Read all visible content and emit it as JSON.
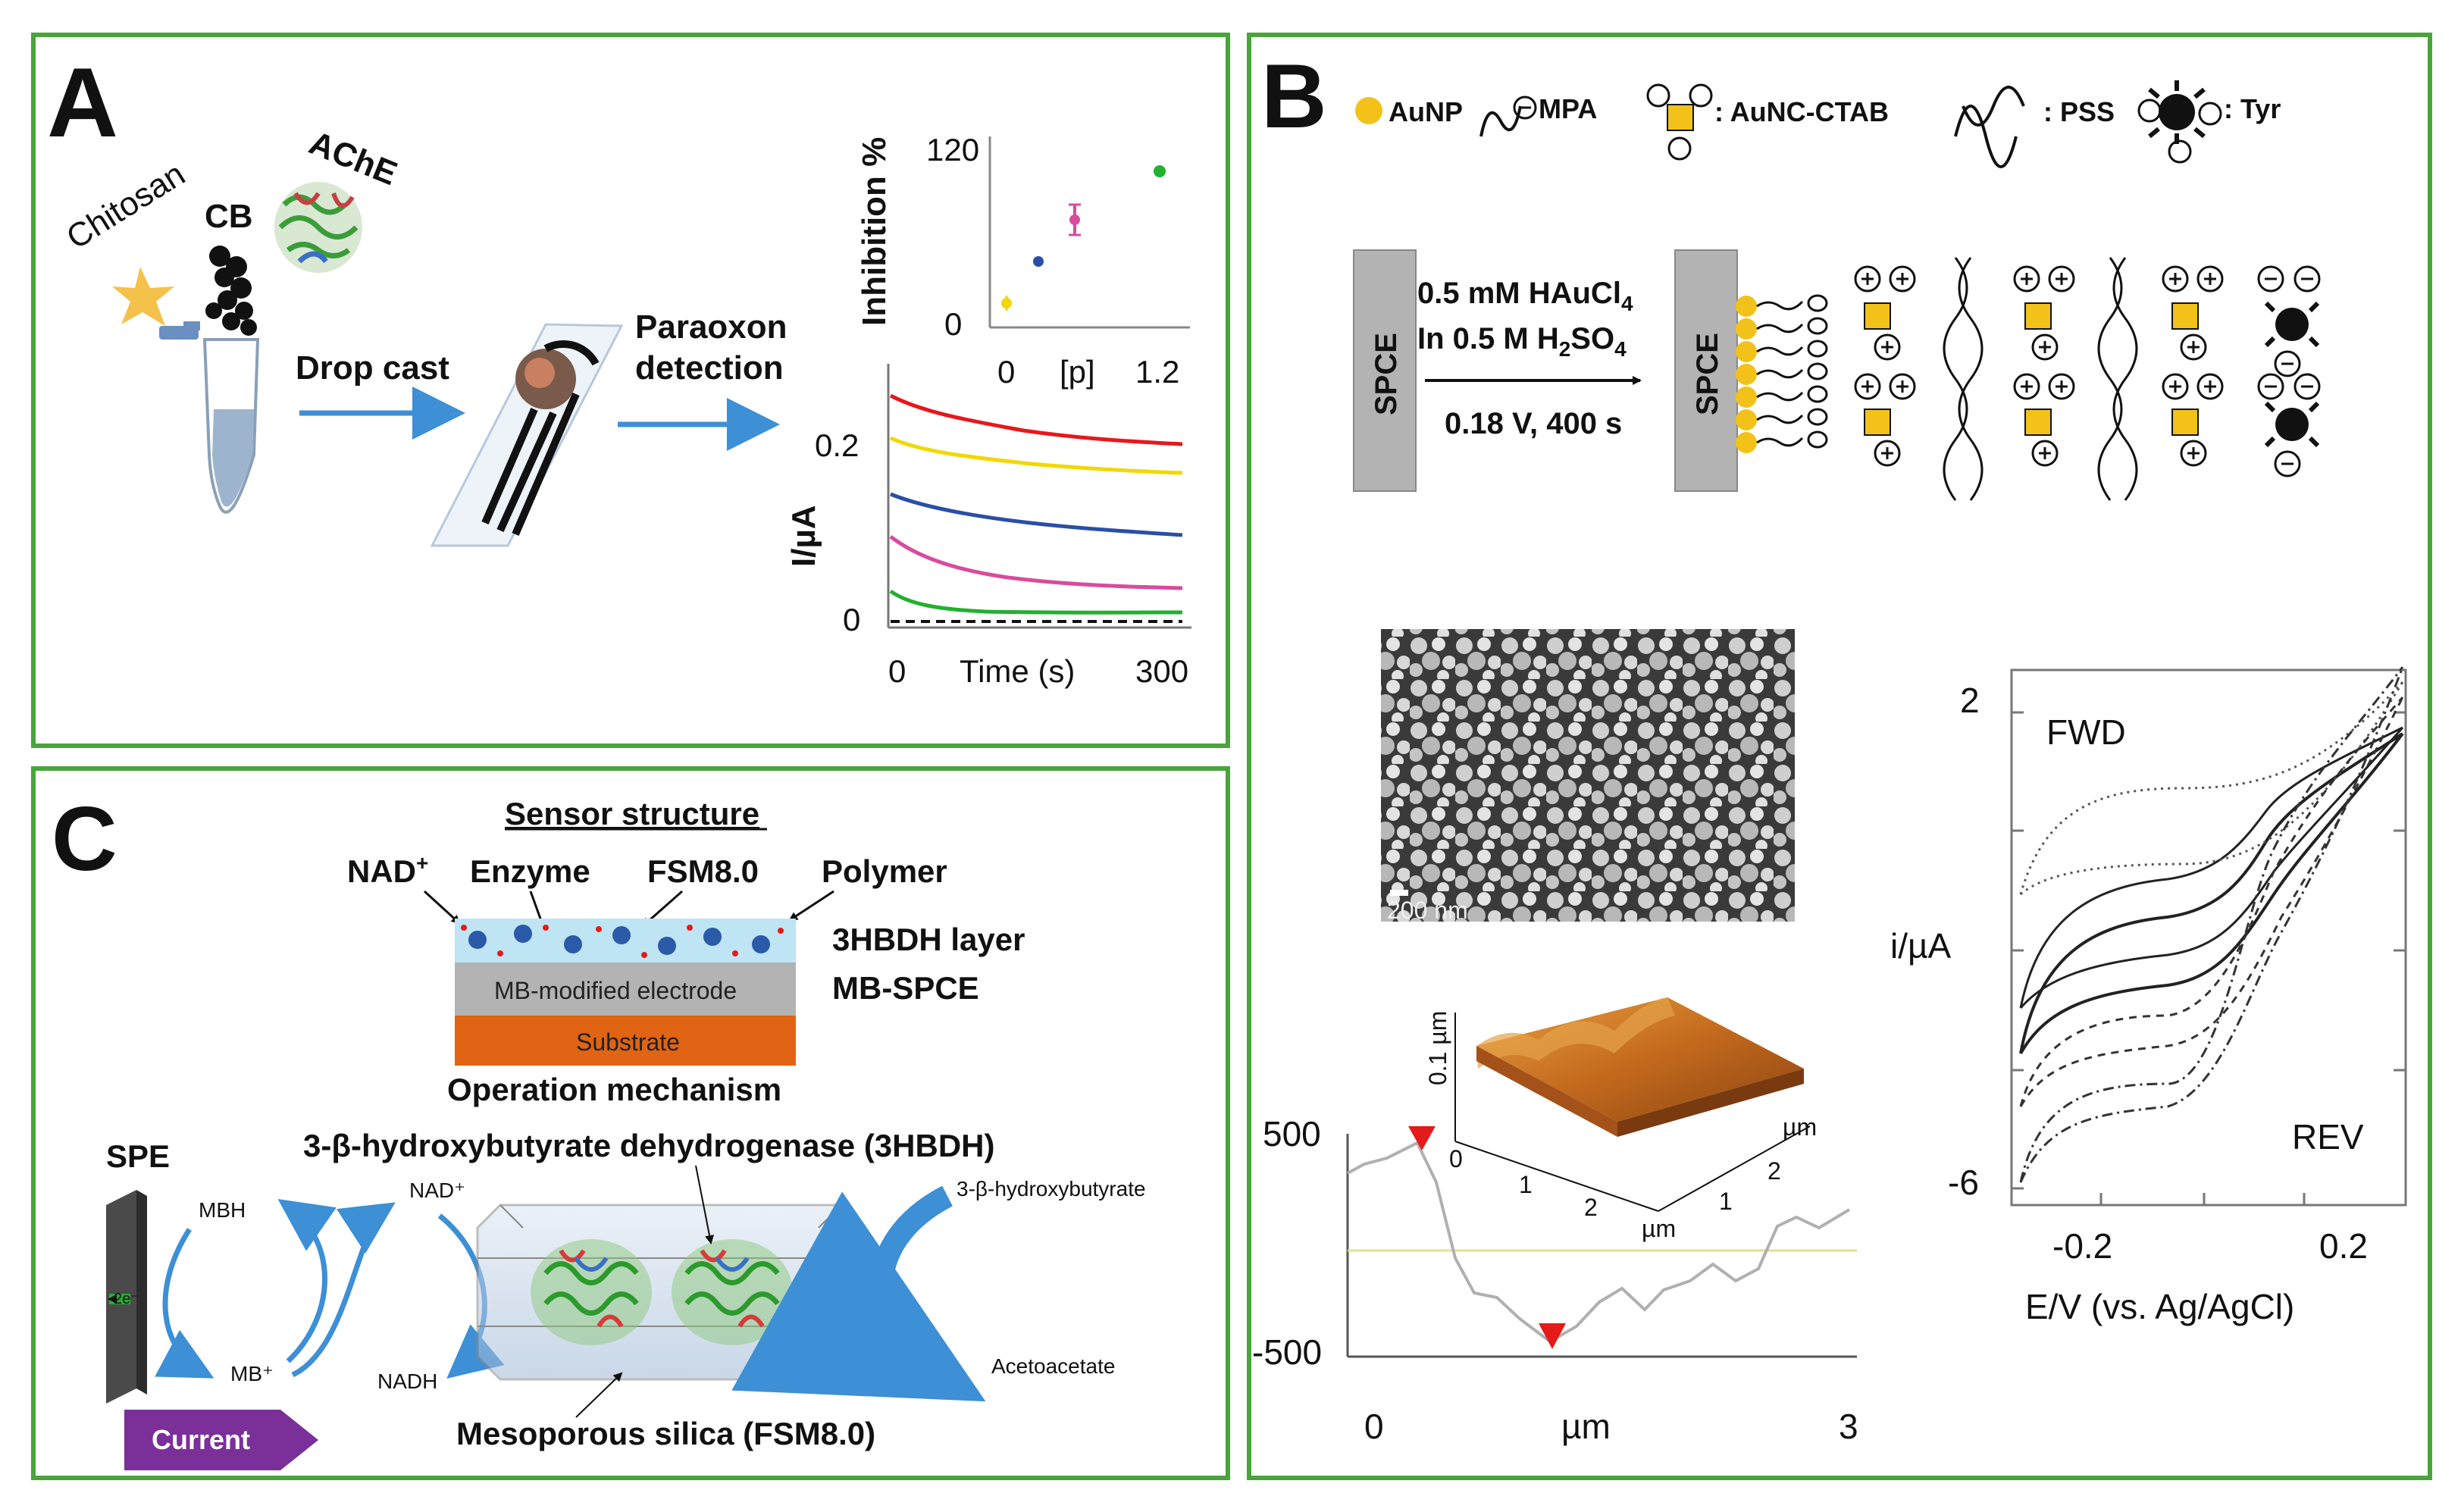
{
  "colors": {
    "panel_border": "#4aa43c",
    "arrow_blue": "#3d8fd6",
    "substrate_orange": "#e06414",
    "electrode_grey": "#b3b3b3",
    "current_purple": "#7a3098",
    "marker_red": "#e51a1a",
    "aunc_yellow": "#f2c21a",
    "afm_surface": "#c8782a",
    "curve_colors": [
      "#e8171c",
      "#f0d800",
      "#2a4ea8",
      "#d94b9c",
      "#22b02e"
    ]
  },
  "panelA": {
    "letter": "A",
    "chitosan": "Chitosan",
    "cb": "CB",
    "ache": "AChE",
    "drop_cast": "Drop cast",
    "paraoxon": "Paraoxon",
    "detection": "detection",
    "inhibition_chart": {
      "ylabel": "Inhibition %",
      "ytick_top": "120",
      "ytick_bottom": "0",
      "xtick_left": "0",
      "xtick_mid": "[p]",
      "xtick_right": "1.2"
    },
    "current_chart": {
      "ylabel": "I/µA",
      "ytick_top": "0.2",
      "ytick_bottom": "0",
      "xtick_left": "0",
      "xlabel": "Time (s)",
      "xtick_right": "300"
    }
  },
  "panelB": {
    "letter": "B",
    "legend": {
      "aunp": "AuNP",
      "mpa": "MPA",
      "aunc": ": AuNC-CTAB",
      "pss": ": PSS",
      "tyr": ": Tyr"
    },
    "electrode_label": "SPCE",
    "step_line1": "0.5 mM HAuCl",
    "step_sub1": "4",
    "step_line2": "In 0.5 M H",
    "step_sub2a": "2",
    "step_line2b": "SO",
    "step_sub2b": "4",
    "step_line3": "0.18 V, 400 s",
    "sem_scale": "200 nm",
    "afm": {
      "ytick_top": "500",
      "ytick_bottom": "-500",
      "xtick_left": "0",
      "xlabel": "µm",
      "xtick_right": "3",
      "z_label": "0.1 µm",
      "z_tick0": "0",
      "x3d_1": "1",
      "x3d_2": "2",
      "x3d_unit": "µm",
      "y3d_1": "1",
      "y3d_2": "2",
      "y3d_unit": "µm"
    },
    "cv": {
      "ytick_top": "2",
      "ytick_bottom": "-6",
      "ylabel": "i/µA",
      "fwd": "FWD",
      "rev": "REV",
      "xtick_left": "-0.2",
      "xtick_right": "0.2",
      "xlabel": "E/V (vs. Ag/AgCl)"
    }
  },
  "panelC": {
    "letter": "C",
    "sensor_structure": "Sensor structure",
    "nad": "NAD",
    "nad_sup": "+",
    "enzyme": "Enzyme",
    "fsm": "FSM8.0",
    "polymer": "Polymer",
    "layer_3hbdh": "3HBDH layer",
    "mb_modified": "MB-modified electrode",
    "mb_spce": "MB-SPCE",
    "substrate": "Substrate",
    "operation_mechanism": "Operation mechanism",
    "spe": "SPE",
    "enzyme_name": "3-β-hydroxybutyrate dehydrogenase (3HBDH)",
    "mbh": "MBH",
    "mb_plus": "MB⁺",
    "nad_plus": "NAD⁺",
    "nadh": "NADH",
    "electrons": "2e⁻",
    "substrate_name": "3-β-hydroxybutyrate",
    "product_name": "Acetoacetate",
    "silica": "Mesoporous silica (FSM8.0)",
    "current": "Current"
  }
}
